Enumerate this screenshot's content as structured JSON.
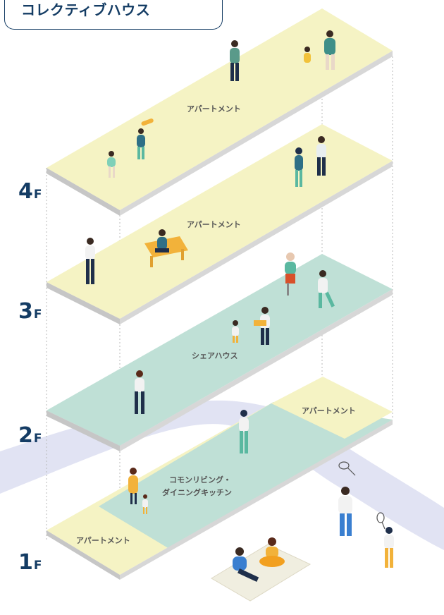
{
  "title": "コレクティブハウス",
  "floors": {
    "f4": {
      "num": "4",
      "unit": "F"
    },
    "f3": {
      "num": "3",
      "unit": "F"
    },
    "f2": {
      "num": "2",
      "unit": "F"
    },
    "f1": {
      "num": "1",
      "unit": "F"
    }
  },
  "areas": {
    "apartment_top": "アパートメント",
    "apartment_4f": "アパートメント",
    "share_house": "シェアハウス",
    "apartment_2f_right": "アパートメント",
    "common_line1": "コモンリビング・",
    "common_line2": "ダイニングキッチン",
    "apartment_1f_left": "アパートメント"
  },
  "colors": {
    "apartment": "#f5f3c4",
    "common": "#bfe0d6",
    "slab_edge": "#c8c8c8",
    "river": "#e1e3f3",
    "navy": "#143c64"
  }
}
